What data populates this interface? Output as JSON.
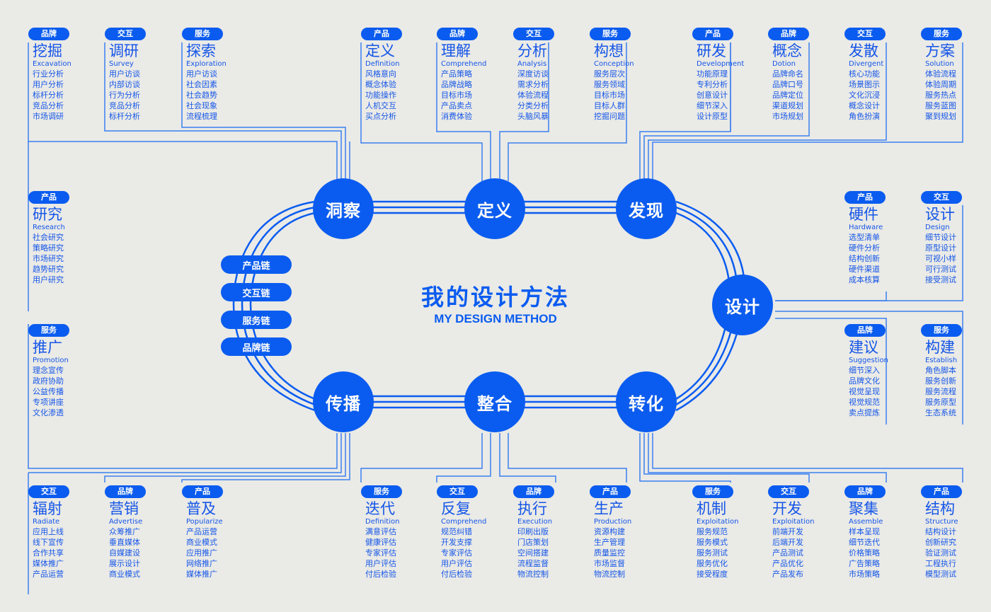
{
  "header": {
    "title": "我的设计方法",
    "subtitle": "MY DESIGN METHOD"
  },
  "colors": {
    "accent": "#0a5cf0",
    "background": "#eaeae6",
    "line": "#3a7ff0"
  },
  "nodes": [
    {
      "id": "insight",
      "label": "洞察"
    },
    {
      "id": "define",
      "label": "定义"
    },
    {
      "id": "discover",
      "label": "发现"
    },
    {
      "id": "design",
      "label": "设计"
    },
    {
      "id": "transform",
      "label": "转化"
    },
    {
      "id": "integrate",
      "label": "整合"
    },
    {
      "id": "spread",
      "label": "传播"
    }
  ],
  "chains": [
    {
      "label": "产品链"
    },
    {
      "label": "交互链"
    },
    {
      "label": "服务链"
    },
    {
      "label": "品牌链"
    }
  ],
  "cards": [
    {
      "tag": "品牌",
      "title": "挖掘",
      "en": "Excavation",
      "items": [
        "行业分析",
        "用户分析",
        "标杆分析",
        "竞品分析",
        "市场调研"
      ]
    },
    {
      "tag": "交互",
      "title": "调研",
      "en": "Survey",
      "items": [
        "用户访谈",
        "内部访谈",
        "行为分析",
        "竞品分析",
        "标杆分析"
      ]
    },
    {
      "tag": "服务",
      "title": "探索",
      "en": "Exploration",
      "items": [
        "用户访谈",
        "社会因素",
        "社会趋势",
        "社会现象",
        "流程梳理"
      ]
    },
    {
      "tag": "产品",
      "title": "定义",
      "en": "Definition",
      "items": [
        "风格意向",
        "概念体验",
        "功能操作",
        "人机交互",
        "买点分析"
      ]
    },
    {
      "tag": "品牌",
      "title": "理解",
      "en": "Comprehend",
      "items": [
        "产品策略",
        "品牌战略",
        "目标市场",
        "产品卖点",
        "消费体验"
      ]
    },
    {
      "tag": "交互",
      "title": "分析",
      "en": "Analysis",
      "items": [
        "深度访谈",
        "需求分析",
        "体验流程",
        "分类分析",
        "头脑风暴"
      ]
    },
    {
      "tag": "服务",
      "title": "构想",
      "en": "Conception",
      "items": [
        "服务层次",
        "服务领域",
        "目标市场",
        "目标人群",
        "挖掘问题"
      ]
    },
    {
      "tag": "产品",
      "title": "研发",
      "en": "Development",
      "items": [
        "功能原理",
        "专利分析",
        "创意设计",
        "细节深入",
        "设计原型"
      ]
    },
    {
      "tag": "品牌",
      "title": "概念",
      "en": "Dotion",
      "items": [
        "品牌命名",
        "品牌口号",
        "品牌定位",
        "渠道规划",
        "市场规划"
      ]
    },
    {
      "tag": "交互",
      "title": "发散",
      "en": "Divergent",
      "items": [
        "核心功能",
        "场景图示",
        "文化沉浸",
        "概念设计",
        "角色扮演"
      ]
    },
    {
      "tag": "服务",
      "title": "方案",
      "en": "Solution",
      "items": [
        "体验流程",
        "体验周期",
        "服务热点",
        "服务蓝图",
        "聚到规划"
      ]
    },
    {
      "tag": "产品",
      "title": "研究",
      "en": "Research",
      "items": [
        "社会研究",
        "策略研究",
        "市场研究",
        "趋势研究",
        "用户研究"
      ]
    },
    {
      "tag": "服务",
      "title": "推广",
      "en": "Promotion",
      "items": [
        "理念宣传",
        "政府协助",
        "公益传播",
        "专项讲座",
        "文化渗透"
      ]
    },
    {
      "tag": "产品",
      "title": "硬件",
      "en": "Hardware",
      "items": [
        "选型清单",
        "硬件分析",
        "结构创新",
        "硬件渠道",
        "成本核算"
      ]
    },
    {
      "tag": "交互",
      "title": "设计",
      "en": "Design",
      "items": [
        "细节设计",
        "原型设计",
        "可视小样",
        "可行测试",
        "接受测试"
      ]
    },
    {
      "tag": "品牌",
      "title": "建议",
      "en": "Suggestion",
      "items": [
        "细节深入",
        "品牌文化",
        "视觉呈现",
        "视觉规范",
        "卖点提炼"
      ]
    },
    {
      "tag": "服务",
      "title": "构建",
      "en": "Establish",
      "items": [
        "角色脚本",
        "服务创新",
        "服务流程",
        "服务原型",
        "生态系统"
      ]
    },
    {
      "tag": "交互",
      "title": "辐射",
      "en": "Radiate",
      "items": [
        "应用上线",
        "线下宣传",
        "合作共享",
        "媒体推广",
        "产品运营"
      ]
    },
    {
      "tag": "品牌",
      "title": "营销",
      "en": "Advertise",
      "items": [
        "众筹推广",
        "垂直媒体",
        "自媒建设",
        "展示设计",
        "商业模式"
      ]
    },
    {
      "tag": "产品",
      "title": "普及",
      "en": "Popularize",
      "items": [
        "产品运营",
        "商业模式",
        "应用推广",
        "网络推广",
        "媒体推广"
      ]
    },
    {
      "tag": "服务",
      "title": "迭代",
      "en": "Definition",
      "items": [
        "满意评估",
        "健康评估",
        "专家评估",
        "用户评估",
        "付后检验"
      ]
    },
    {
      "tag": "交互",
      "title": "反复",
      "en": "Comprehend",
      "items": [
        "规范纠错",
        "开发支撑",
        "专家评估",
        "用户评估",
        "付后检验"
      ]
    },
    {
      "tag": "品牌",
      "title": "执行",
      "en": "Execution",
      "items": [
        "印刷出版",
        "门店策划",
        "空间搭建",
        "流程监督",
        "物流控制"
      ]
    },
    {
      "tag": "产品",
      "title": "生产",
      "en": "Production",
      "items": [
        "资源构建",
        "生产管理",
        "质量监控",
        "市场监督",
        "物流控制"
      ]
    },
    {
      "tag": "服务",
      "title": "机制",
      "en": "Exploitation",
      "items": [
        "服务规范",
        "服务模式",
        "服务测试",
        "服务优化",
        "接受程度"
      ]
    },
    {
      "tag": "交互",
      "title": "开发",
      "en": "Exploitation",
      "items": [
        "前端开发",
        "后端开发",
        "产品测试",
        "产品优化",
        "产品发布"
      ]
    },
    {
      "tag": "品牌",
      "title": "聚集",
      "en": "Assemble",
      "items": [
        "样本呈现",
        "细节迭代",
        "价格策略",
        "广告策略",
        "市场策略"
      ]
    },
    {
      "tag": "产品",
      "title": "结构",
      "en": "Structure",
      "items": [
        "结构设计",
        "创新研究",
        "验证测试",
        "工程执行",
        "模型测试"
      ]
    }
  ]
}
